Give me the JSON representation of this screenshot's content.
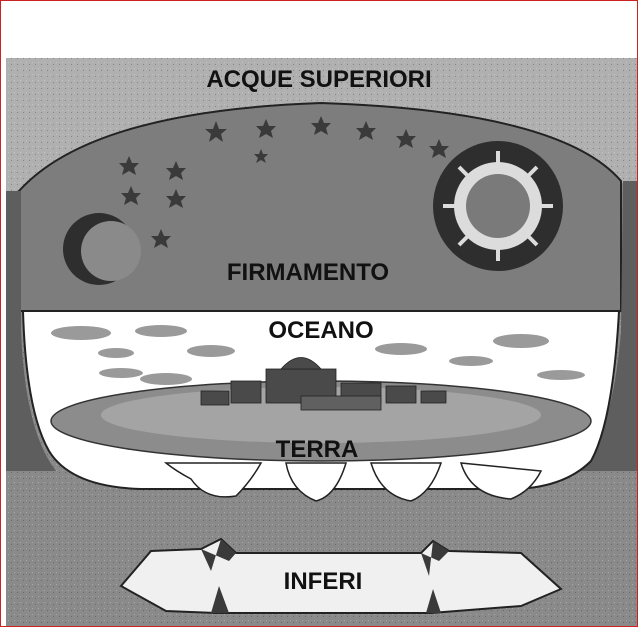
{
  "diagram": {
    "regions": [
      {
        "id": "upper-waters",
        "label": "ACQUE SUPERIORI"
      },
      {
        "id": "firmament",
        "label": "FIRMAMENTO"
      },
      {
        "id": "ocean",
        "label": "OCEANO"
      },
      {
        "id": "earth",
        "label": "TERRA"
      },
      {
        "id": "underworld",
        "label": "INFERI"
      }
    ],
    "colors": {
      "frame_border": "#cc2222",
      "upper_waters": "#a9a9a9",
      "firmament": "#808080",
      "dark_rock": "#6e6e6e",
      "ocean": "#ffffff",
      "earth": "#8c8c8c",
      "text": "#111111"
    },
    "icons": [
      "moon-icon",
      "sun-icon",
      "star-icon",
      "city-icon"
    ]
  }
}
